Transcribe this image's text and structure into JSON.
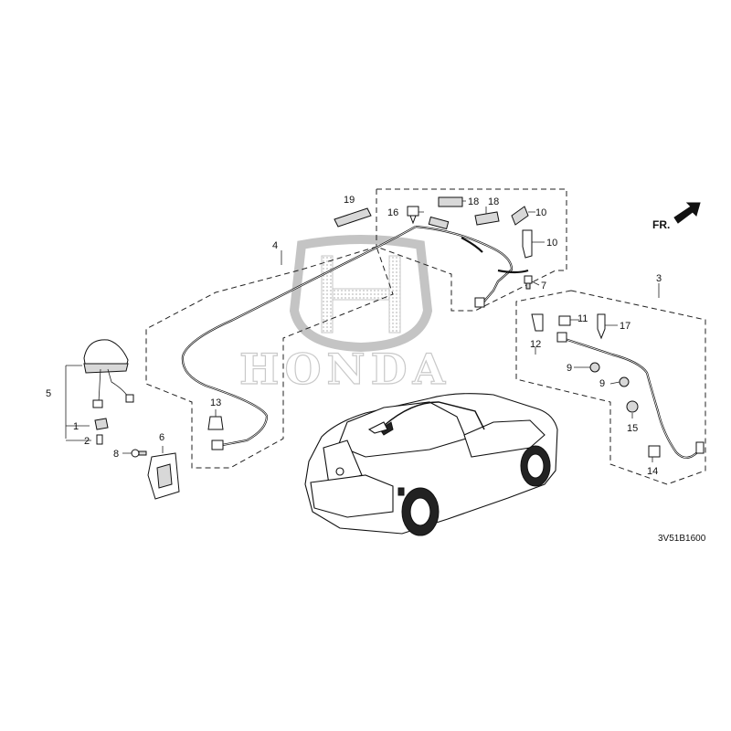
{
  "watermark": {
    "brand_text": "HONDA"
  },
  "direction_arrow": {
    "label": "FR."
  },
  "diagram_code": "3V51B1600",
  "callouts": [
    {
      "id": "c19",
      "label": "19"
    },
    {
      "id": "c16",
      "label": "16"
    },
    {
      "id": "c18a",
      "label": "18"
    },
    {
      "id": "c18b",
      "label": "18"
    },
    {
      "id": "c10a",
      "label": "10"
    },
    {
      "id": "c10b",
      "label": "10"
    },
    {
      "id": "c4",
      "label": "4"
    },
    {
      "id": "c7",
      "label": "7"
    },
    {
      "id": "c3",
      "label": "3"
    },
    {
      "id": "c11",
      "label": "11"
    },
    {
      "id": "c17",
      "label": "17"
    },
    {
      "id": "c12",
      "label": "12"
    },
    {
      "id": "c9a",
      "label": "9"
    },
    {
      "id": "c9b",
      "label": "9"
    },
    {
      "id": "c15",
      "label": "15"
    },
    {
      "id": "c14",
      "label": "14"
    },
    {
      "id": "c5",
      "label": "5"
    },
    {
      "id": "c1",
      "label": "1"
    },
    {
      "id": "c2",
      "label": "2"
    },
    {
      "id": "c8",
      "label": "8"
    },
    {
      "id": "c6",
      "label": "6"
    },
    {
      "id": "c13",
      "label": "13"
    }
  ]
}
